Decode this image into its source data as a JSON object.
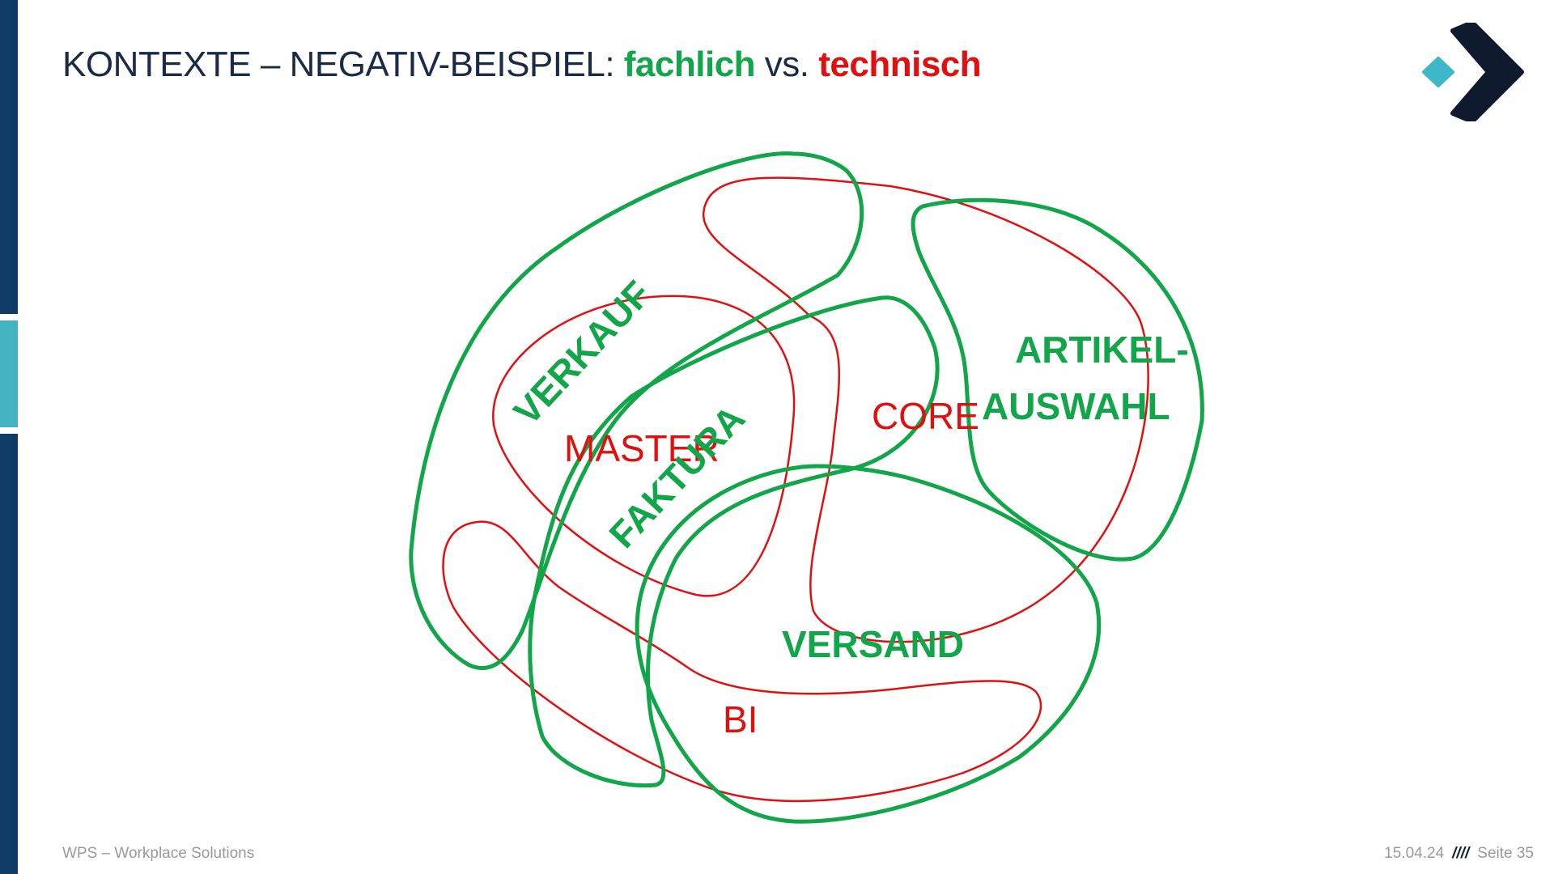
{
  "title": {
    "prefix": "KONTEXTE – NEGATIV-BEISPIEL: ",
    "fachlich": "fachlich",
    "vs": " vs. ",
    "technisch": "technisch"
  },
  "labels": {
    "technical": {
      "master": "MASTER",
      "core": "CORE",
      "bi": "BI"
    },
    "domain": {
      "verkauf": "VERKAUF",
      "faktura": "FAKTURA",
      "artikel_line1": "ARTIKEL-",
      "artikel_line2": "AUSWAHL",
      "versand": "VERSAND"
    }
  },
  "footer": {
    "company": "WPS – Workplace Solutions",
    "date": "15.04.24",
    "separator": "////",
    "page": "Seite 35"
  },
  "colors": {
    "navy": "#0f3c64",
    "teal": "#44b3c2",
    "title_text": "#1b2b45",
    "fachlich_green": "#12a54a",
    "technisch_red": "#e01010",
    "logo_dark": "#0f1a2e",
    "logo_teal": "#3cb8c8"
  },
  "icons": {
    "logo": "wps-chevron-logo"
  }
}
